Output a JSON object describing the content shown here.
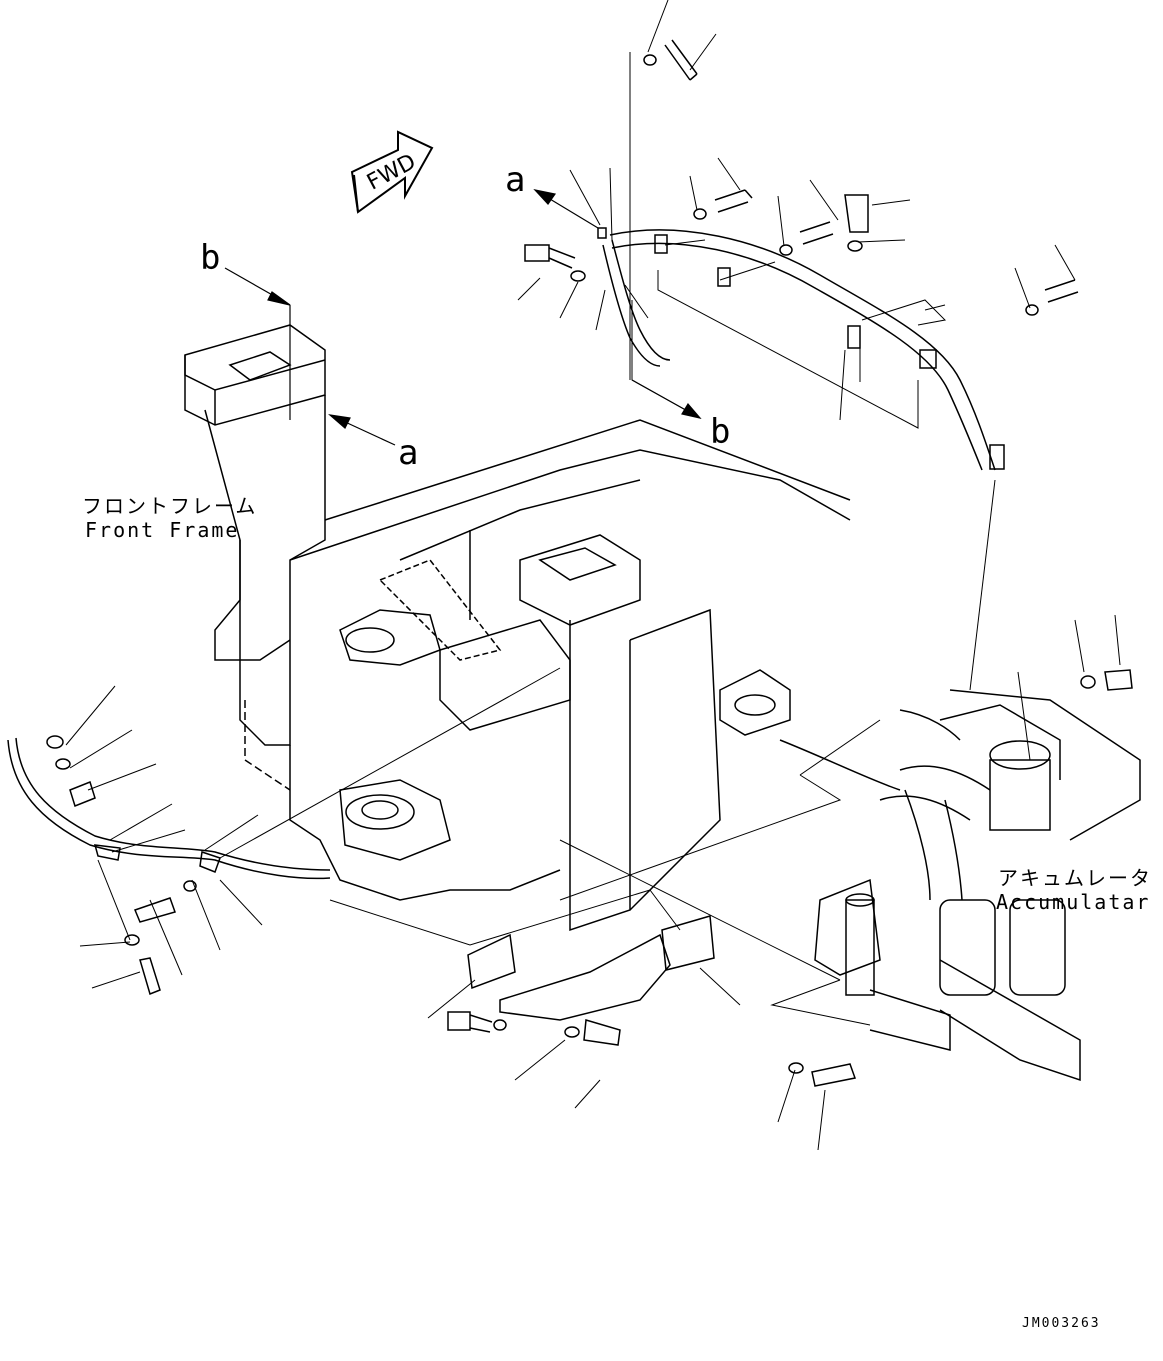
{
  "diagram": {
    "direction_marker": "FWD",
    "ref_labels": {
      "a": "a",
      "b": "b"
    },
    "front_frame": {
      "label_jp": "フロントフレーム",
      "label_en": "Front Frame"
    },
    "accumulator": {
      "label_jp": "アキュムレータ",
      "label_en": "Accumulatar"
    },
    "drawing_number": "JM003263"
  },
  "colors": {
    "line": "#000000",
    "background": "#ffffff"
  }
}
